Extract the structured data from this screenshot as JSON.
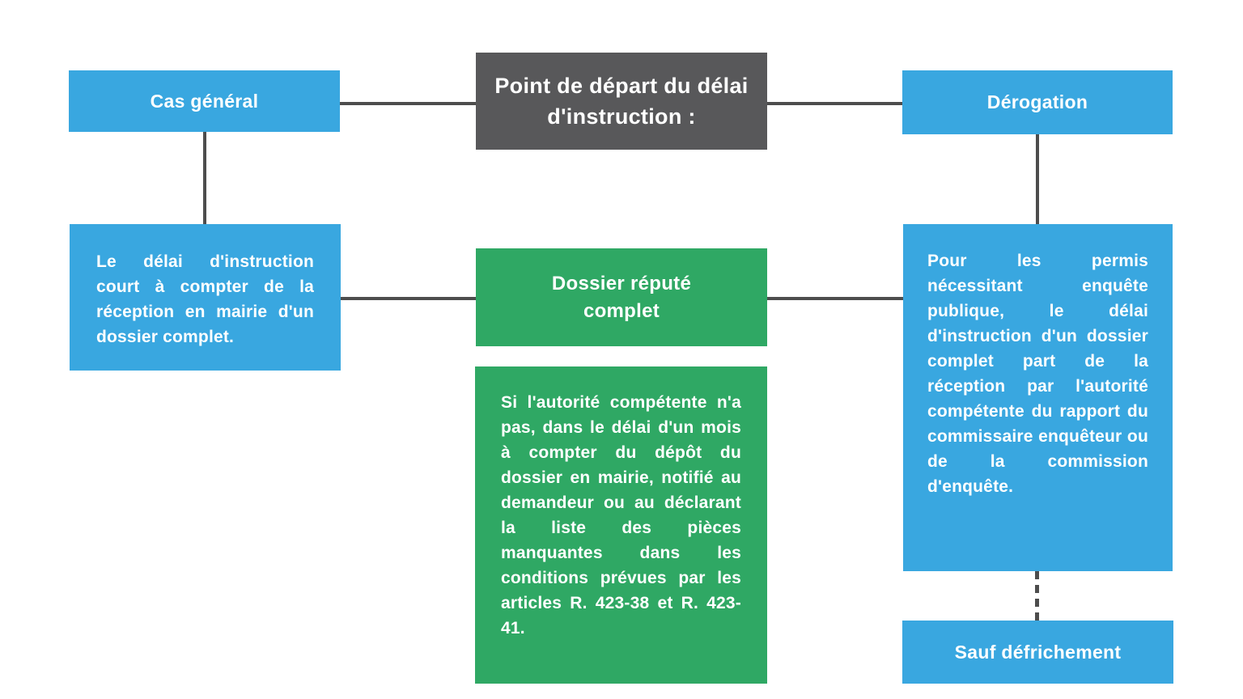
{
  "diagram": {
    "title": "Point de départ du délai d'instruction :",
    "left": {
      "header": "Cas général",
      "body": "Le délai d'instruction court à compter de la réception en mairie d'un dossier complet."
    },
    "center": {
      "header": "Dossier réputé complet",
      "body": "Si l'autorité compétente n'a pas, dans le délai d'un mois à compter du dépôt du dossier en mairie, notifié au demandeur ou au déclarant la liste des pièces manquantes dans les conditions prévues par les articles R. 423-38 et R. 423-41."
    },
    "right": {
      "header": "Dérogation",
      "body": "Pour les permis nécessitant enquête publique, le délai d'instruction d'un dossier complet part de la réception par l'autorité compétente du rapport du commissaire enquêteur ou de la commission d'enquête.",
      "footer": "Sauf défrichement"
    },
    "colors": {
      "blue": "#39a7e0",
      "green": "#2fa864",
      "dark_gray": "#58585a",
      "line_gray": "#4d4d4d",
      "text": "#ffffff"
    }
  }
}
